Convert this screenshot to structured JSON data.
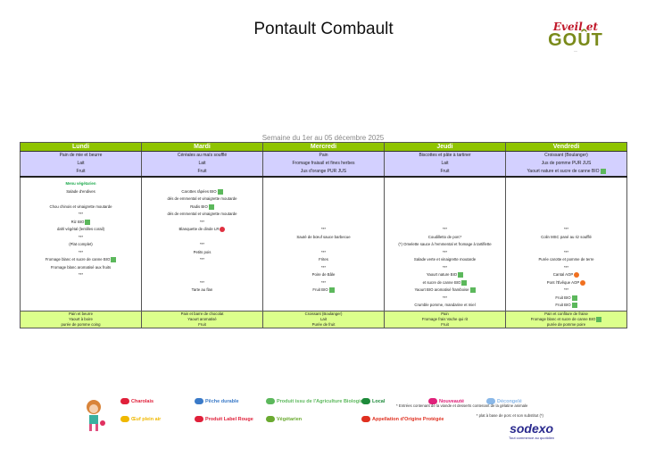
{
  "title": "Pontault Combault",
  "logo": "Eveil et GOÛT",
  "week": "Semaine du 1er au 05 décembre 2025",
  "days": [
    "Lundi",
    "Mardi",
    "Mercredi",
    "Jeudi",
    "Vendredi"
  ],
  "breakfast": [
    [
      "Pain de mie et beurre",
      "Lait",
      "Fruit"
    ],
    [
      "Céréales au maïs soufflé",
      "Lait",
      "Fruit"
    ],
    [
      "Pain",
      "Fromage fraisail et fines herbes",
      "Jus d'orange PUR JUS"
    ],
    [
      "Biscottes et pâte à tartiner",
      "Lait",
      "Fruit"
    ],
    [
      "Croissant (Boulanger)",
      "Jus de pomme PUR JUS",
      "Yaourt nature et sucre de canne BIO"
    ]
  ],
  "lunch": [
    [
      "Menu végétarien",
      "Salade d'endives",
      "",
      "Chou chinois et vinaigrette moutarde",
      "***",
      "Riz BIO",
      "dahl végétal (lentilles corail)",
      "***",
      "(Plat complet)",
      "***",
      "Fromage blanc et sucre de canne BIO",
      "Fromage blanc aromatisé aux fruits",
      "***"
    ],
    [
      "",
      "Carottes râpées BIO",
      "dés de emmental et vinaigrette moutarde",
      "Radis BIO",
      "dés de emmental et vinaigrette moutarde",
      "***",
      "Blanquette de dinde LR",
      "",
      "***",
      "Petits pois",
      "***",
      "",
      "",
      "***",
      "Tarte au flan"
    ],
    [
      "",
      "",
      "",
      "",
      "",
      "",
      "***",
      "Sauté de bœuf sauce barbecue",
      "",
      "***",
      "Frites",
      "***",
      "Poire de Bâle",
      "***",
      "Fruit BIO"
    ],
    [
      "",
      "",
      "",
      "",
      "",
      "",
      "***",
      "Coudilletto de porc*",
      "(*) Omelette sauce à l'emmental et fromage à tartiflette",
      "***",
      "Salade verte et vinaigrette moutarde",
      "***",
      "Yaourt nature BIO",
      "et sucre de canne BIO",
      "Yaourt BIO aromatisé framboise",
      "***",
      "Crumble pomme, mandarine et miel"
    ],
    [
      "",
      "",
      "",
      "",
      "",
      "",
      "***",
      "Colin MSC pané au riz soufflé",
      "",
      "***",
      "Purée carotte et pomme de terre",
      "***",
      "Cantal AOP",
      "Pont l'Évêque AOP",
      "***",
      "Fruit BIO",
      "Fruit BIO"
    ]
  ],
  "snack": [
    [
      "Pain et beurre",
      "Yaourt à boire",
      "purée de pomme coing"
    ],
    [
      "Pain et barre de chocolat",
      "Yaourt aromatisé",
      "Fruit"
    ],
    [
      "Croissant (Boulanger)",
      "Lait",
      "Purée de fruit"
    ],
    [
      "Pain",
      "Fromage frais Vache qui rit",
      "Fruit"
    ],
    [
      "Pain et confiture de fraise",
      "Fromage blanc et sucre de canne BIO",
      "purée de pomme poire"
    ]
  ],
  "legend": [
    "Charolais",
    "Pêche durable",
    "Produit issu de l'Agriculture Biologique",
    "Local",
    "Nouveauté",
    "Décongelé",
    "Œuf plein air",
    "Produit Label Rouge",
    "Végétarien",
    "Appellation d'Origine Protégée"
  ],
  "legend_colors": [
    "#e0203a",
    "#3a7ac8",
    "#5cb85c",
    "#1d8a3a",
    "#e0207a",
    "#8ab8e8",
    "#f0b800",
    "#e0203a",
    "#6aaa30",
    "#e03020"
  ],
  "notes": [
    "* Entrées contenant de la viande et desserts contenant de la gélatine animale",
    "* plat à base de porc et son substitut (*)"
  ],
  "sodexo": {
    "name": "sodexo",
    "tagline": "Tout commence au quotidien"
  }
}
